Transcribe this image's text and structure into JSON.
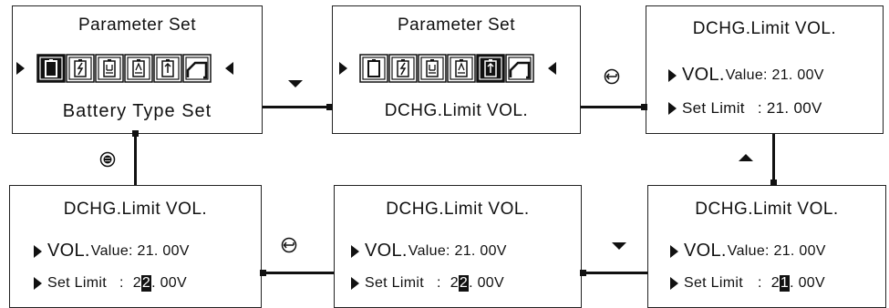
{
  "screens": {
    "s1": {
      "title": "Parameter Set",
      "subtitle": "Battery Type Set"
    },
    "s2": {
      "title": "Parameter Set",
      "subtitle": "DCHG.Limit VOL."
    },
    "s3": {
      "title": "DCHG.Limit VOL.",
      "row1_prefix": "VOL.",
      "row1_rest": "Value: 21. 00V",
      "row2_label": "Set Limit",
      "row2_value": ":  21. 00V"
    },
    "s4": {
      "title": "DCHG.Limit VOL.",
      "row1_prefix": "VOL.",
      "row1_rest": "Value: 21. 00V",
      "row2_label": "Set Limit",
      "row2_colon": ":",
      "row2_pre": "2",
      "row2_hl": "2",
      "row2_post": ". 00V"
    },
    "s5": {
      "title": "DCHG.Limit VOL.",
      "row1_prefix": "VOL.",
      "row1_rest": "Value: 21. 00V",
      "row2_label": "Set Limit",
      "row2_colon": ":",
      "row2_pre": "2",
      "row2_hl": "2",
      "row2_post": ". 00V"
    },
    "s6": {
      "title": "DCHG.Limit VOL.",
      "row1_prefix": "VOL.",
      "row1_rest": "Value: 21. 00V",
      "row2_label": "Set Limit",
      "row2_colon": ":",
      "row2_pre": "2",
      "row2_hl": "1",
      "row2_post": ". 00V"
    }
  },
  "icons": [
    "battery-type-icon",
    "charge-voltage-icon",
    "discharge-limit-icon",
    "battery-level-icon",
    "boost-icon",
    "curve-icon"
  ],
  "colors": {
    "ink": "#111111",
    "background": "#ffffff"
  }
}
